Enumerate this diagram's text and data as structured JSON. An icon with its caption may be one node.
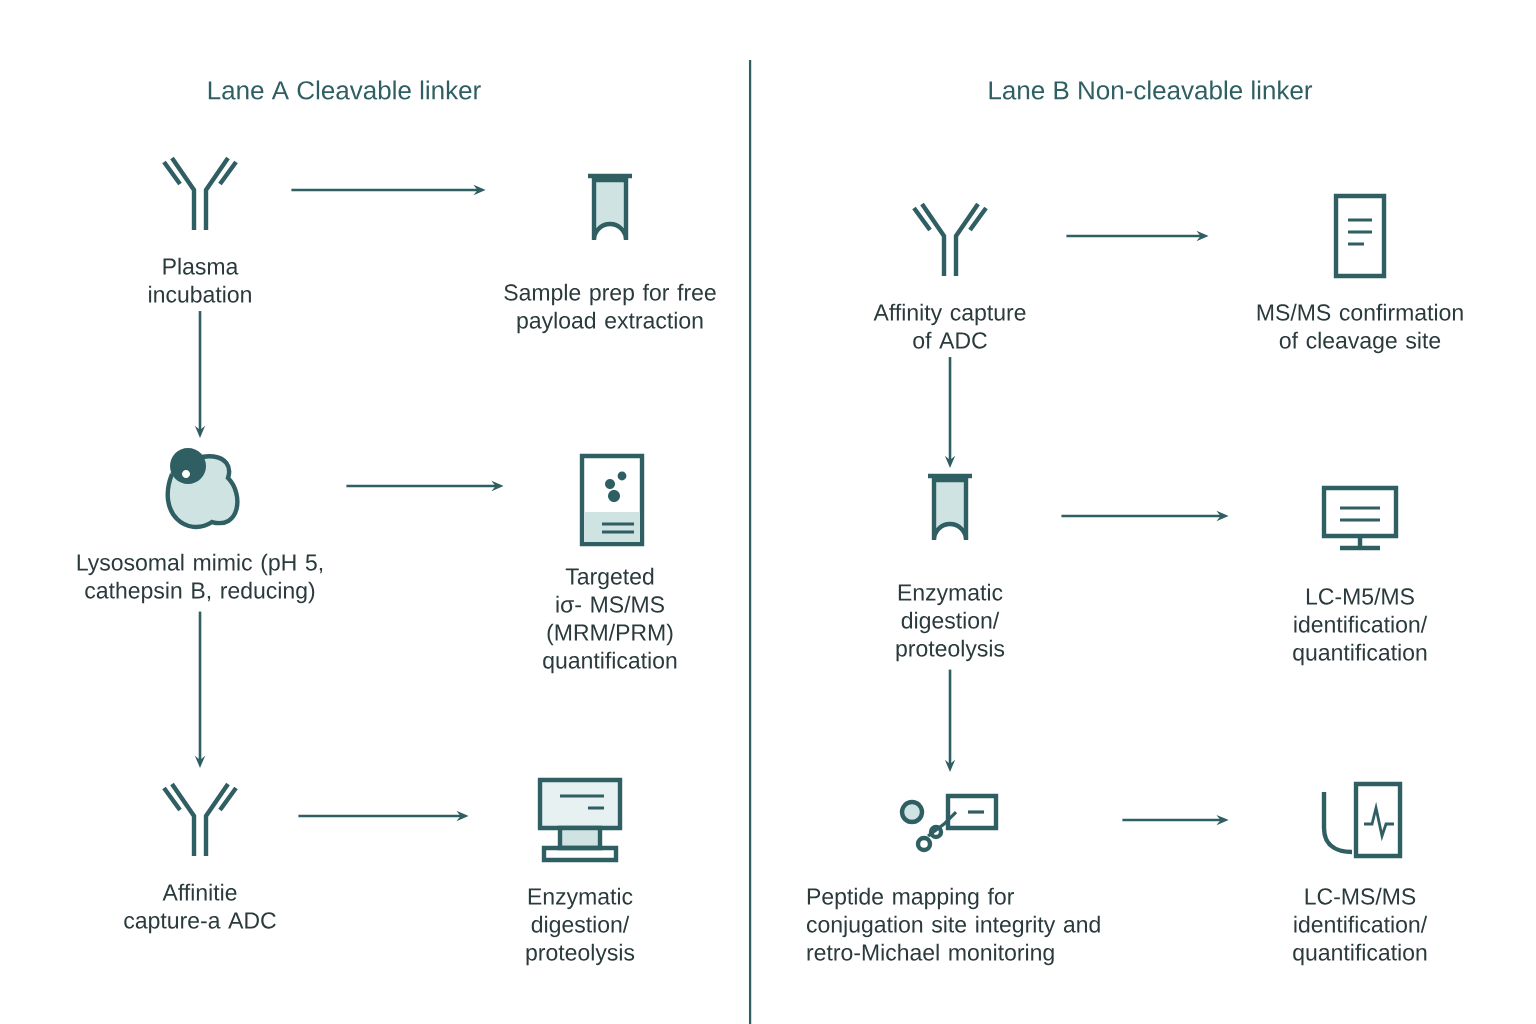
{
  "diagram": {
    "nodes": [
      {
        "text": [
          "Plasma incubation"
        ]
      },
      {
        "text": [
          "Sample prep for free payload extraction"
        ]
      },
      {
        "text": [
          "Lysosomal mimic (pH 5, cathepsin B, reducing)"
        ]
      },
      {
        "text": [
          "Targeted iσ- MS/MS (MRM/PRM) quantification"
        ]
      },
      {
        "text": [
          "Affinitie capture-a ADC"
        ]
      },
      {
        "text": [
          "Enzymatic digestion/ proteolysis"
        ]
      },
      {
        "text": [
          "Affinity capture of ADC"
        ]
      },
      {
        "text": [
          "MS/MS confirmation of cleavage site"
        ]
      },
      {
        "text": [
          "Enzymatic digestion/ proteolysis"
        ]
      },
      {
        "text": [
          "LC-M5/MS identification/ quantification"
        ]
      },
      {
        "text": [
          "Peptide mapping for conjugation site integrity and retro-Michael monitoring"
        ]
      },
      {
        "text": [
          "LC-MS/MS identification/ quantification"
        ]
      }
    ],
    "edges": [
      {
        "from": 0,
        "to": 1,
        "arrow": "to"
      },
      {
        "from": 0,
        "to": 2,
        "arrow": "to"
      },
      {
        "from": 2,
        "to": 3,
        "arrow": "to"
      },
      {
        "from": 2,
        "to": 4,
        "arrow": "to"
      },
      {
        "from": 4,
        "to": 5,
        "arrow": "to"
      },
      {
        "from": 6,
        "to": 7,
        "arrow": "to"
      },
      {
        "from": 6,
        "to": 8,
        "arrow": "to"
      },
      {
        "from": 8,
        "to": 9,
        "arrow": "to"
      },
      {
        "from": 8,
        "to": 10,
        "arrow": "to"
      },
      {
        "from": 10,
        "to": 11,
        "arrow": "to"
      }
    ],
    "labels": [
      "Lane A  Cleavable linker",
      "Lane B  Non-cleavable linker"
    ]
  }
}
